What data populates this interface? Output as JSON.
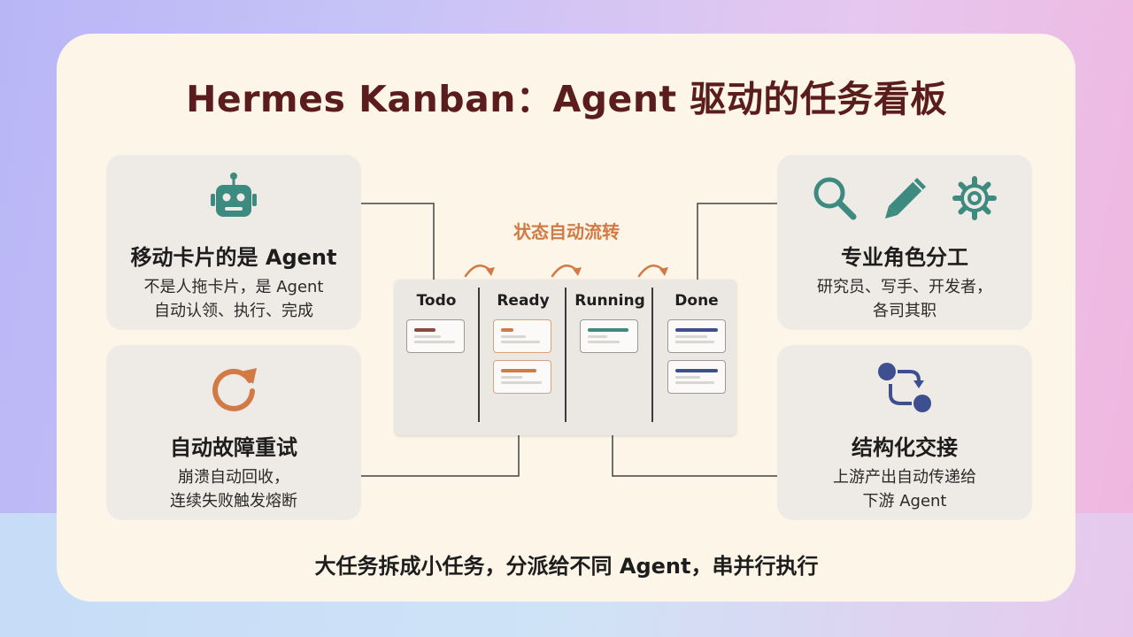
{
  "title": "Hermes Kanban：Agent 驱动的任务看板",
  "flow_label": "状态自动流转",
  "columns": [
    {
      "label": "Todo"
    },
    {
      "label": "Ready"
    },
    {
      "label": "Running"
    },
    {
      "label": "Done"
    }
  ],
  "panels": {
    "top_left": {
      "icon": "robot-icon",
      "title": "移动卡片的是 Agent",
      "line1": "不是人拖卡片，是 Agent",
      "line2": "自动认领、执行、完成"
    },
    "bottom_left": {
      "icon": "refresh-icon",
      "title": "自动故障重试",
      "line1": "崩溃自动回收，",
      "line2": "连续失败触发熔断"
    },
    "top_right": {
      "icons": [
        "search-icon",
        "pencil-icon",
        "gear-icon"
      ],
      "title": "专业角色分工",
      "line1": "研究员、写手、开发者，",
      "line2": "各司其职"
    },
    "bottom_right": {
      "icon": "handoff-icon",
      "title": "结构化交接",
      "line1": "上游产出自动传递给",
      "line2": "下游 Agent"
    }
  },
  "footer": "大任务拆成小任务，分派给不同 Agent，串并行执行",
  "colors": {
    "title": "#5a1c1c",
    "teal": "#3d8a80",
    "orange": "#d27a45",
    "navy": "#3d4f8f",
    "brown": "#8b4a3c"
  }
}
